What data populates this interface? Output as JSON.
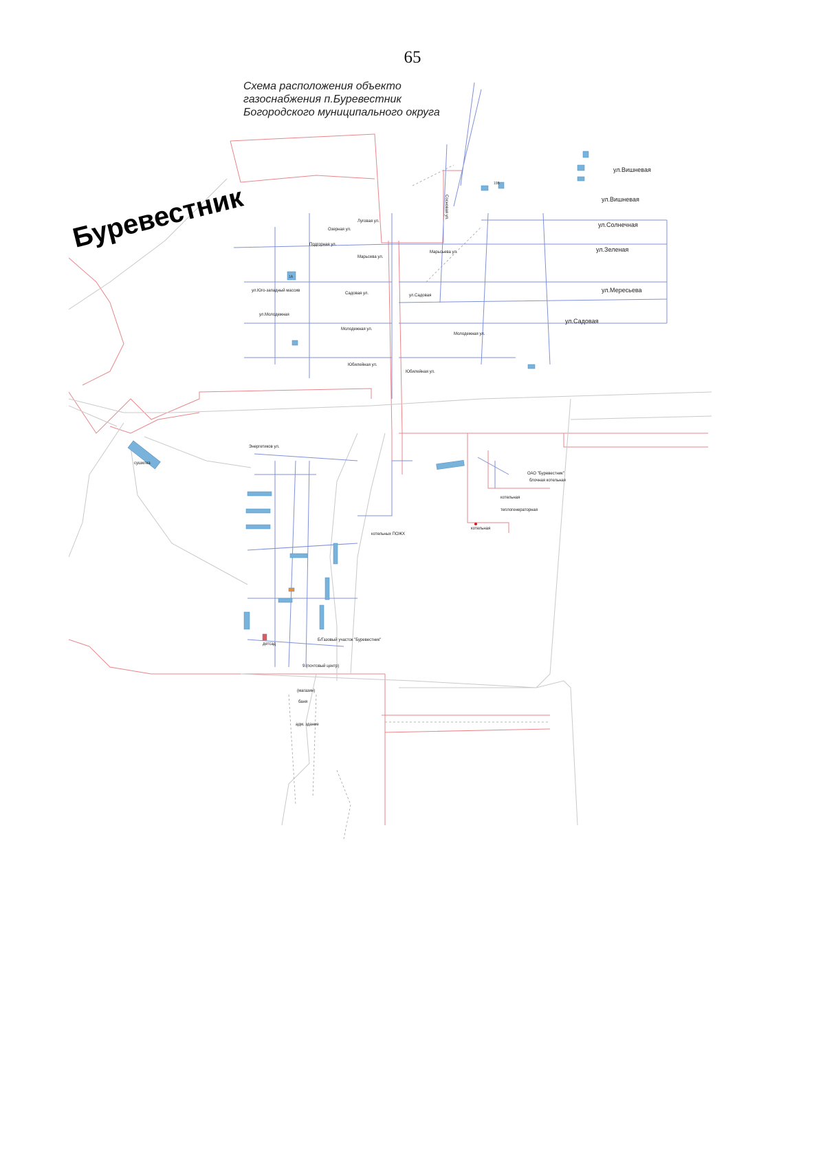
{
  "page": {
    "number": "65"
  },
  "map": {
    "title_lines": [
      "Схема расположения объекто",
      "газоснабжения п.Буревестник",
      "Богородского муниципального округа"
    ],
    "settlement": "Буревестник",
    "streets": [
      "ул.Вишневая",
      "ул.Вишневая",
      "ул.Солнечная",
      "ул.Зеленая",
      "ул.Мересьева",
      "ул.Садовая",
      "ул.Молодежная",
      "ул.Юго-западный массив",
      "Луговая ул.",
      "Озерная ул.",
      "Подгорная ул.",
      "Марьсева ул.",
      "Садовая ул.",
      "Молодежная ул.",
      "Юбилейная ул.",
      "Марьсьева ул.",
      "ул.Садовая",
      "Молодежная ул.",
      "Юбилейная ул.",
      "Энергетиков ул.",
      "Сосновая ул."
    ],
    "labels": [
      "ОАО \"Буревестник\"",
      "блочная котельная",
      "котельная",
      "теплогенераторная",
      "котельная",
      "котельных ПОЖХ",
      "сушилка",
      "детсад",
      "9 (почтовый центр)",
      "Б/Газовый участок \"Буревестник\"",
      "(магазин)",
      "баня",
      "адм. здание"
    ],
    "colors": {
      "gas_pipeline": "#7f90d8",
      "building": "#79b3dc",
      "boundary": "#e9858a",
      "road": "#c9c9c9"
    }
  }
}
